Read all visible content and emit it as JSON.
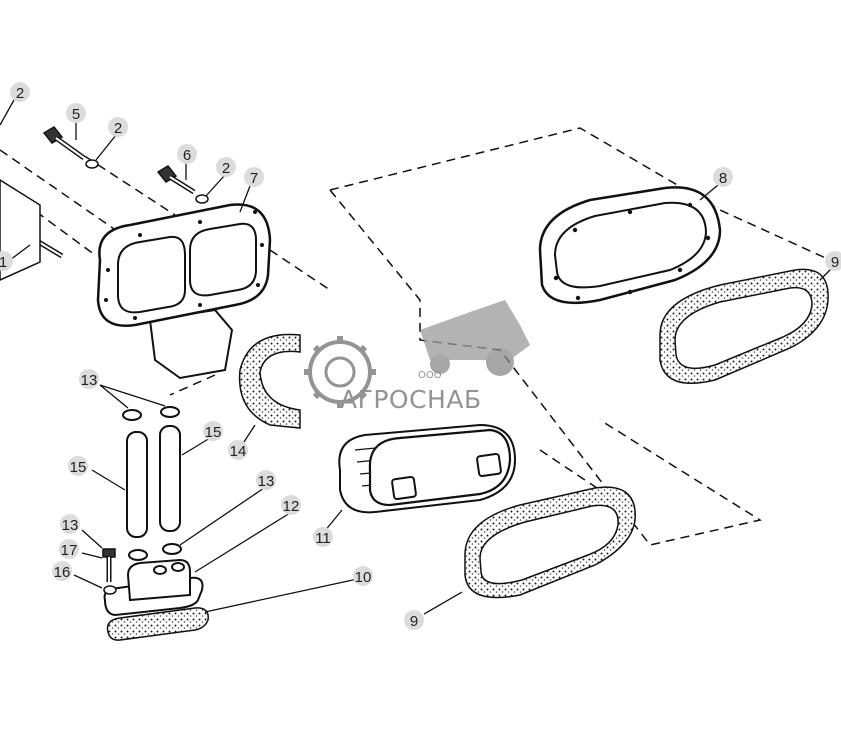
{
  "callouts": {
    "c2a": "2",
    "c5": "5",
    "c2b": "2",
    "c6": "6",
    "c2c": "2",
    "c7": "7",
    "c1": "1",
    "c8": "8",
    "c9a": "9",
    "c13a": "13",
    "c15a": "15",
    "c14": "14",
    "c15b": "15",
    "c13b": "13",
    "c12": "12",
    "c11": "11",
    "c13c": "13",
    "c17": "17",
    "c16": "16",
    "c10": "10",
    "c9b": "9"
  },
  "watermark": {
    "prefix": "ООО",
    "brand": "АГРОСНАБ"
  },
  "colors": {
    "line": "#111111",
    "watermark": "#6f6f6f",
    "badge": "#dcdcdc"
  }
}
